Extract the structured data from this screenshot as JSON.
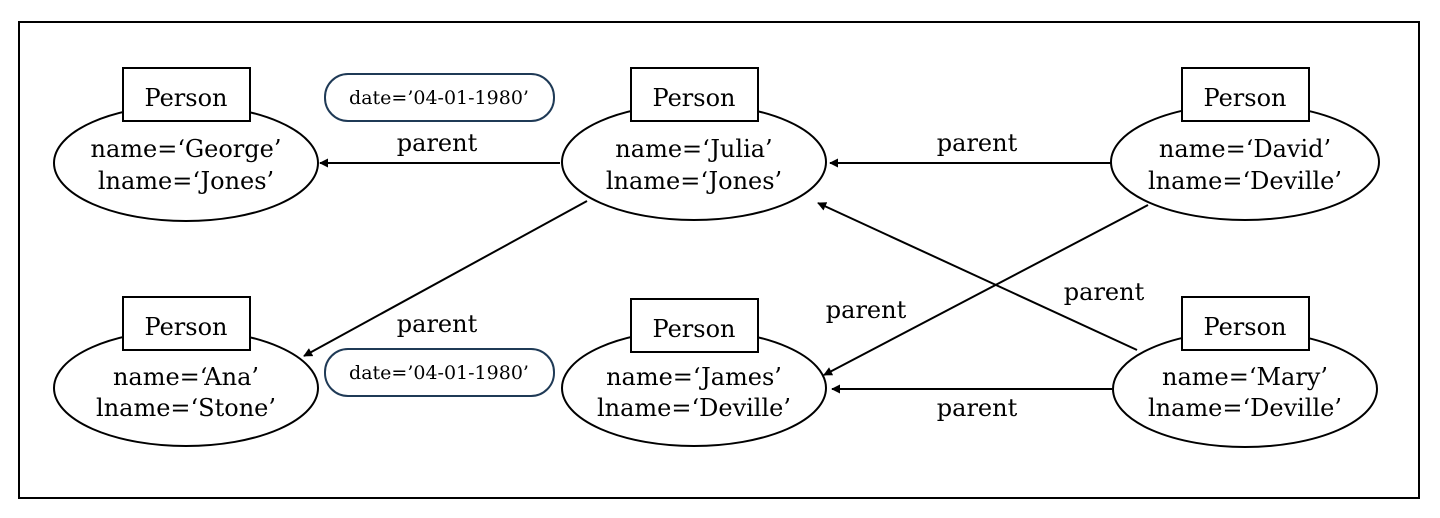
{
  "diagram": {
    "nodes": [
      {
        "id": "george",
        "label": "Person",
        "name": "name=‘George’",
        "lname": "lname=‘Jones’"
      },
      {
        "id": "julia",
        "label": "Person",
        "name": "name=‘Julia’",
        "lname": "lname=‘Jones’"
      },
      {
        "id": "david",
        "label": "Person",
        "name": "name=‘David’",
        "lname": "lname=‘Deville’"
      },
      {
        "id": "ana",
        "label": "Person",
        "name": "name=‘Ana’",
        "lname": "lname=‘Stone’"
      },
      {
        "id": "james",
        "label": "Person",
        "name": "name=‘James’",
        "lname": "lname=‘Deville’"
      },
      {
        "id": "mary",
        "label": "Person",
        "name": "name=‘Mary’",
        "lname": "lname=‘Deville’"
      }
    ],
    "edges": [
      {
        "from": "julia",
        "to": "george",
        "label": "parent",
        "property": "date=’04-01-1980’"
      },
      {
        "from": "julia",
        "to": "ana",
        "label": "parent",
        "property": "date=’04-01-1980’"
      },
      {
        "from": "david",
        "to": "julia",
        "label": "parent"
      },
      {
        "from": "david",
        "to": "james",
        "label": "parent"
      },
      {
        "from": "mary",
        "to": "julia",
        "label": "parent"
      },
      {
        "from": "mary",
        "to": "james",
        "label": "parent"
      }
    ]
  }
}
